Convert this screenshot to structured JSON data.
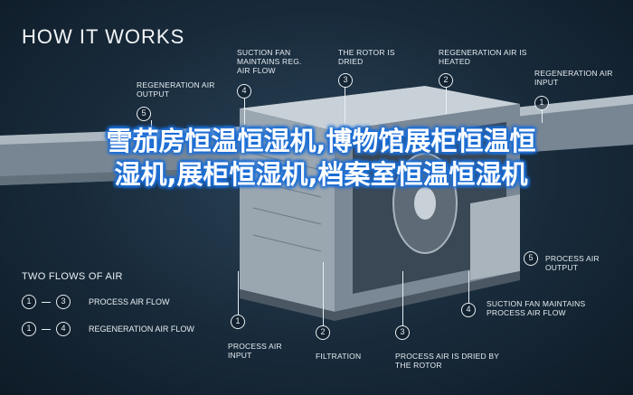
{
  "title": "HOW IT WORKS",
  "callouts_top": [
    {
      "num": "5",
      "label": "REGENERATION AIR OUTPUT"
    },
    {
      "num": "4",
      "label": "SUCTION FAN MAINTAINS REG. AIR FLOW"
    },
    {
      "num": "3",
      "label": "THE ROTOR IS DRIED"
    },
    {
      "num": "2",
      "label": "REGENERATION AIR IS HEATED"
    },
    {
      "num": "1",
      "label": "REGENERATION AIR INPUT"
    }
  ],
  "callouts_right": [
    {
      "num": "5",
      "label": "PROCESS AIR OUTPUT"
    },
    {
      "num": "4",
      "label": "SUCTION FAN MAINTAINS PROCESS AIR FLOW"
    }
  ],
  "callouts_bottom": [
    {
      "num": "1",
      "label": "PROCESS AIR INPUT"
    },
    {
      "num": "2",
      "label": "FILTRATION"
    },
    {
      "num": "3",
      "label": "PROCESS AIR IS DRIED BY THE ROTOR"
    }
  ],
  "legend": {
    "title": "TWO FLOWS OF AIR",
    "rows": [
      {
        "from": "1",
        "to": "3",
        "label": "PROCESS AIR FLOW"
      },
      {
        "from": "1",
        "to": "4",
        "label": "REGENERATION AIR FLOW"
      }
    ]
  },
  "overlay_text": "雪茄房恒温恒湿机,博物馆展柜恒温恒湿机,展柜恒湿机,档案室恒温恒湿机",
  "colors": {
    "background": "#182a3a",
    "overlay_glow": "#1d6fd6",
    "text": "#e8eef3"
  }
}
